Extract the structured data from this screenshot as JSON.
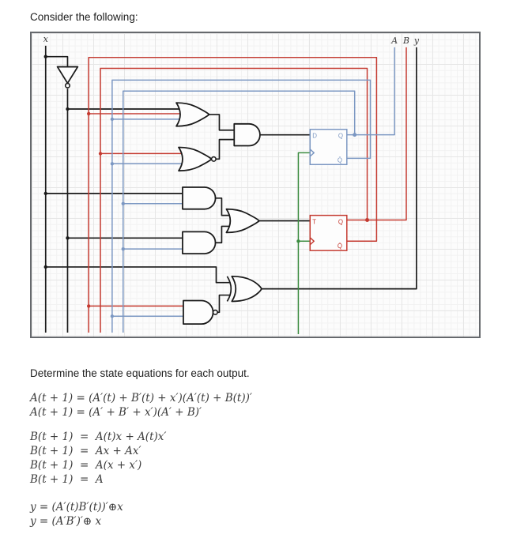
{
  "page": {
    "intro_text": "Consider the following:",
    "prompt_text": "Determine the state equations for each output."
  },
  "circuit": {
    "signal_labels": {
      "x": "x",
      "a": "A",
      "b": "B",
      "y": "y"
    },
    "d_flip_flop": {
      "input_label": "D",
      "q_label": "Q",
      "q_bar_label": "Q̄"
    },
    "t_flip_flop": {
      "input_label": "T",
      "q_label": "Q",
      "q_bar_label": "Q̄"
    },
    "gates": [
      "not",
      "or3",
      "nor2",
      "and2-top",
      "and2-mid1",
      "and2-mid2",
      "or2",
      "nand2",
      "xor2"
    ],
    "wire_colors": {
      "black": "#1a1a1a",
      "red": "#c4392f",
      "blue": "#7b97c2",
      "green": "#3c8c40"
    }
  },
  "equations": {
    "a_block": [
      "A(t + 1) = (A′(t) + B′(t) + x′)(A′(t) + B(t))′",
      "A(t + 1) = (A′ + B′ + x′)(A′ + B)′"
    ],
    "b_block": [
      "B(t + 1)  =  A(t)x + A(t)x′",
      "B(t + 1)  =  Ax + Ax′",
      "B(t + 1)  =  A(x + x′)",
      "B(t + 1)  =  A"
    ],
    "y_block": [
      "y = (A′(t)B′(t))′⊕x",
      "y = (A′B′)′⊕ x"
    ]
  }
}
